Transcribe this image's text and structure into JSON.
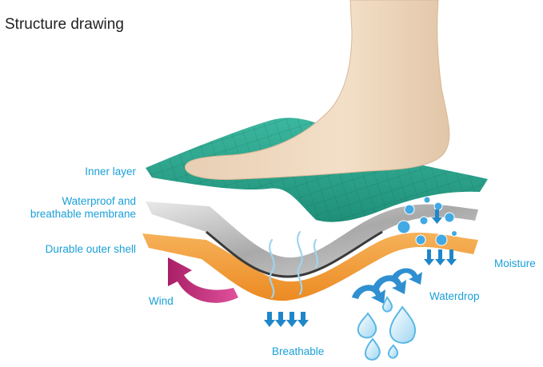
{
  "title": "Structure drawing",
  "labels": {
    "inner_layer": "Inner layer",
    "membrane_line1": "Waterproof and",
    "membrane_line2": "breathable membrane",
    "outer_shell": "Durable outer shell",
    "wind": "Wind",
    "breathable": "Breathable",
    "waterdrop": "Waterdrop",
    "moisture": "Moisture"
  },
  "colors": {
    "label": "#1aa0d8",
    "foot": "#f0d9bf",
    "inner_layer": "#2aa58e",
    "membrane": "#b8b8b8",
    "outer_shell": "#f39a35",
    "wind_arrow": "#c8337f",
    "drop": "#5ab8e6"
  }
}
